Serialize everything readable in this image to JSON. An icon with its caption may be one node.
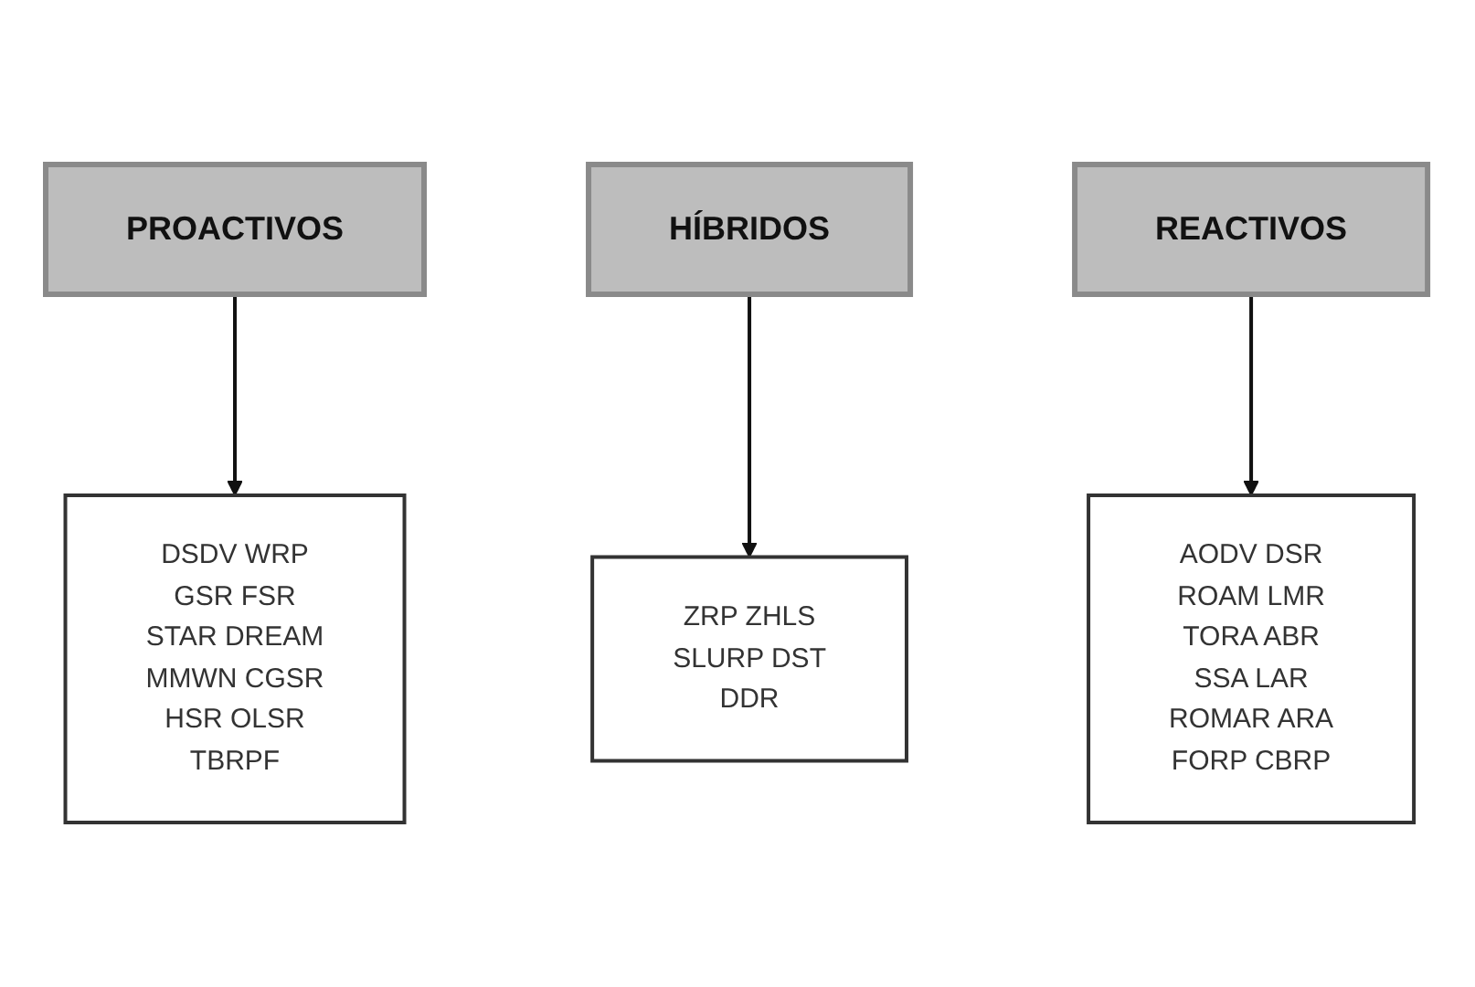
{
  "diagram": {
    "nodes": [
      {
        "text": [
          "PROACTIVOS"
        ]
      },
      {
        "text": [
          "HÍBRIDOS"
        ]
      },
      {
        "text": [
          "REACTIVOS"
        ]
      },
      {
        "text": [
          "DSDV WRP",
          "GSR FSR",
          "STAR DREAM",
          "MMWN CGSR",
          "HSR OLSR",
          "TBRPF"
        ]
      },
      {
        "text": [
          "ZRP ZHLS",
          "SLURP DST",
          "DDR"
        ]
      },
      {
        "text": [
          "AODV DSR",
          "ROAM LMR",
          "TORA ABR",
          "SSA LAR",
          "ROMAR ARA",
          "FORP CBRP"
        ]
      }
    ],
    "edges": [
      {
        "from": 0,
        "to": 3,
        "arrow": "to"
      },
      {
        "from": 1,
        "to": 4,
        "arrow": "to"
      },
      {
        "from": 2,
        "to": 5,
        "arrow": "to"
      }
    ]
  }
}
